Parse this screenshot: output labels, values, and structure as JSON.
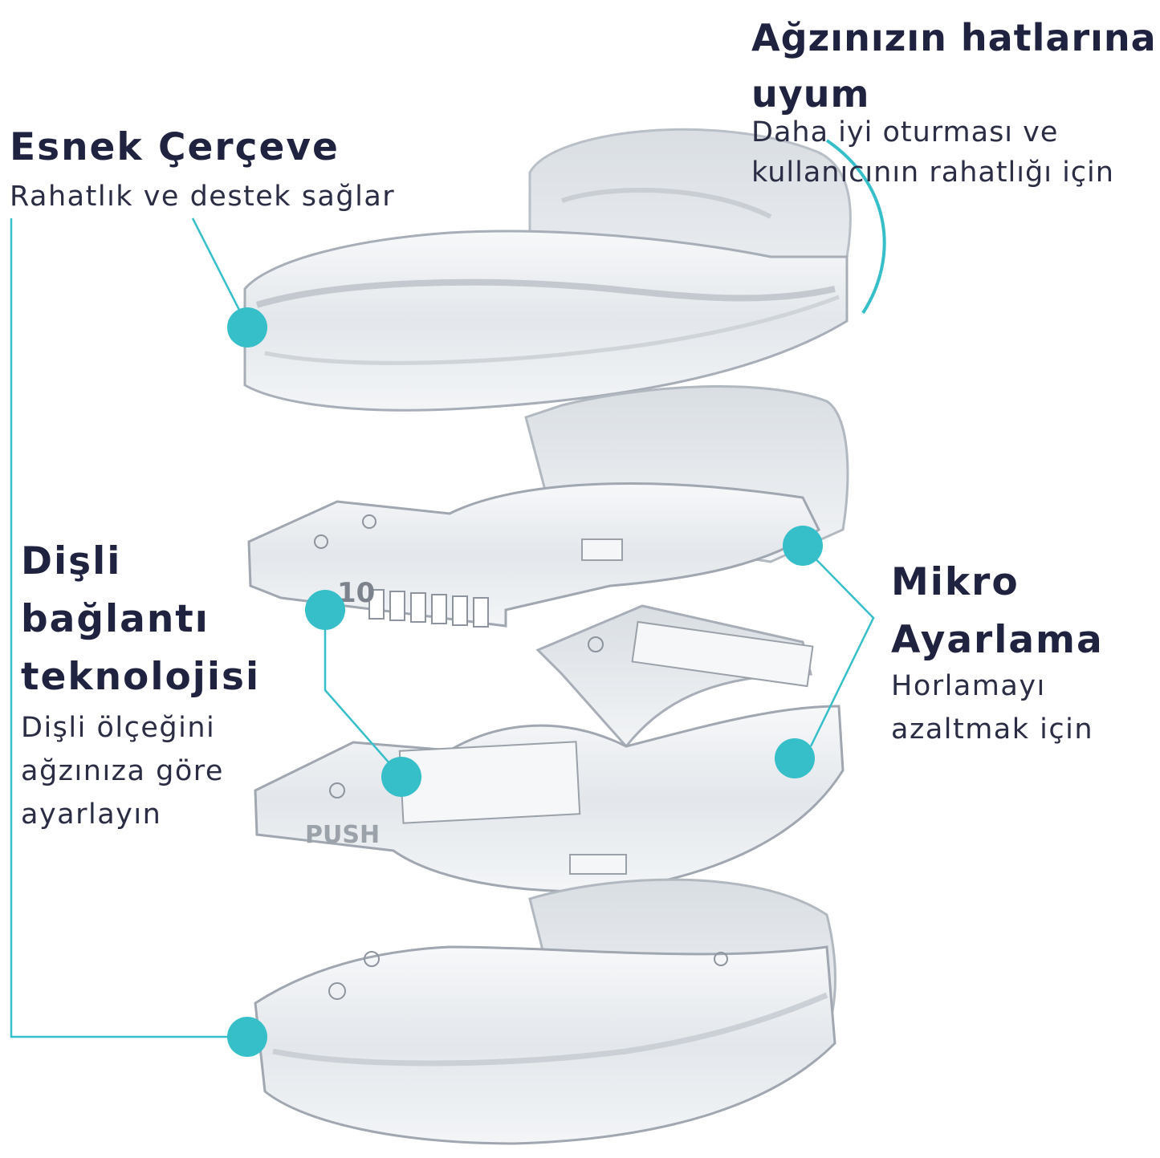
{
  "colors": {
    "accent": "#36bfc9",
    "text": "#1f2340",
    "plastic_edge": "#a7aeb7",
    "plastic_fill": "#eef1f4"
  },
  "callouts": {
    "top_left": {
      "title": "Esnek Çerçeve",
      "subtitle": "Rahatlık ve destek sağlar"
    },
    "top_right": {
      "title": "Ağzınızın hatlarına uyum",
      "subtitle": "Daha iyi oturması ve kullanıcının rahatlığı için"
    },
    "mid_left": {
      "title": "Dişli bağlantı teknolojisi",
      "subtitle": "Dişli ölçeğini ağzınıza göre ayarlayın"
    },
    "mid_right": {
      "title": "Mikro Ayarlama",
      "subtitle": "Horlamayı azaltmak için"
    }
  },
  "device_markings": {
    "scale_number": "10",
    "push_label": "PUSH"
  }
}
